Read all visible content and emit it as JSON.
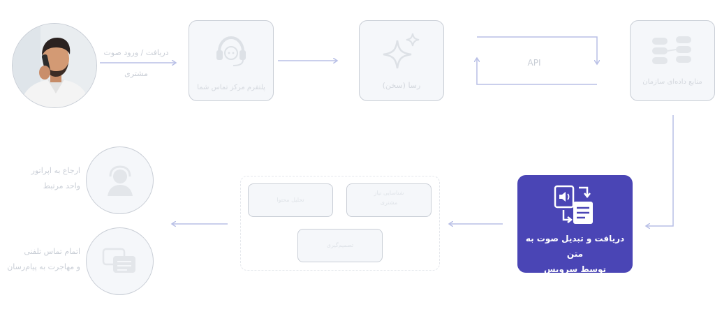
{
  "flow_top": {
    "input_label_1": "دریافت / ورود صوت",
    "input_label_2": "مشتری",
    "contact_center": "پلتفرم مرکز تماس شما",
    "rasa": "رسا (سخن)",
    "api": "API",
    "org_data": "منابع داده‌ای سازمان"
  },
  "flow_bottom": {
    "service_line_1": "دریافت و تبدیل صوت به متن",
    "service_line_2": "توسط سرویس",
    "sub_1": "تحلیل محتوا",
    "sub_2_line_1": "شناسایی نیاز",
    "sub_2_line_2": "مشتری",
    "sub_3": "تصمیم‌گیری",
    "outcome_1_line_1": "ارجاع به اپراتور",
    "outcome_1_line_2": "واحد مرتبط",
    "outcome_2_line_1": "اتمام تماس تلفنی",
    "outcome_2_line_2": "و مهاجرت به پیام‌رسان"
  },
  "colors": {
    "accent": "#4a45b5",
    "arrow": "#b8bfe6",
    "card_border": "#c9ced6",
    "card_fill": "#f5f7fa",
    "muted_text": "#c9ced6"
  },
  "icons": {
    "customer": "customer-photo",
    "contact_center": "headset-icon",
    "rasa": "sparkle-icon",
    "org_data": "database-icon",
    "service": "speech-to-text-icon",
    "operator": "operator-icon",
    "messenger": "chat-icon"
  }
}
